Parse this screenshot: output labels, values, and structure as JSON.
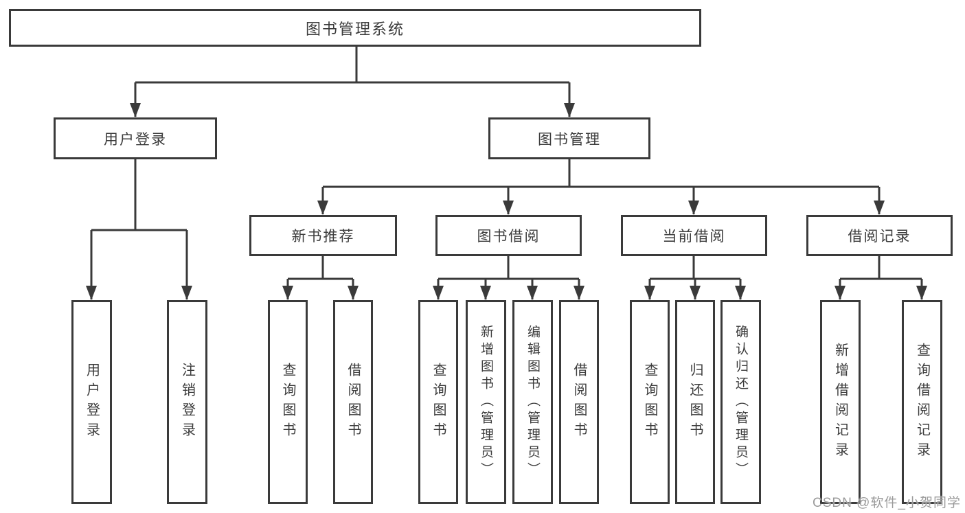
{
  "diagram": {
    "colors": {
      "line": "#3a3a3a",
      "text": "#3c3c3c",
      "background": "#ffffff",
      "watermark_color": "#9b9b9b"
    },
    "tree": {
      "root": {
        "label": "图书管理系统",
        "children": [
          {
            "label": "用户登录",
            "children": [
              {
                "label": "用户登录"
              },
              {
                "label": "注销登录"
              }
            ]
          },
          {
            "label": "图书管理",
            "children": [
              {
                "label": "新书推荐",
                "children": [
                  {
                    "label": "查询图书"
                  },
                  {
                    "label": "借阅图书"
                  }
                ]
              },
              {
                "label": "图书借阅",
                "children": [
                  {
                    "label": "查询图书"
                  },
                  {
                    "label": "新增图书（管理员）"
                  },
                  {
                    "label": "编辑图书（管理员）"
                  },
                  {
                    "label": "借阅图书"
                  }
                ]
              },
              {
                "label": "当前借阅",
                "children": [
                  {
                    "label": "查询图书"
                  },
                  {
                    "label": "归还图书"
                  },
                  {
                    "label": "确认归还（管理员）"
                  }
                ]
              },
              {
                "label": "借阅记录",
                "children": [
                  {
                    "label": "新增借阅记录"
                  },
                  {
                    "label": "查询借阅记录"
                  }
                ]
              }
            ]
          }
        ]
      }
    },
    "watermark": "CSDN @软件_小贺同学"
  }
}
